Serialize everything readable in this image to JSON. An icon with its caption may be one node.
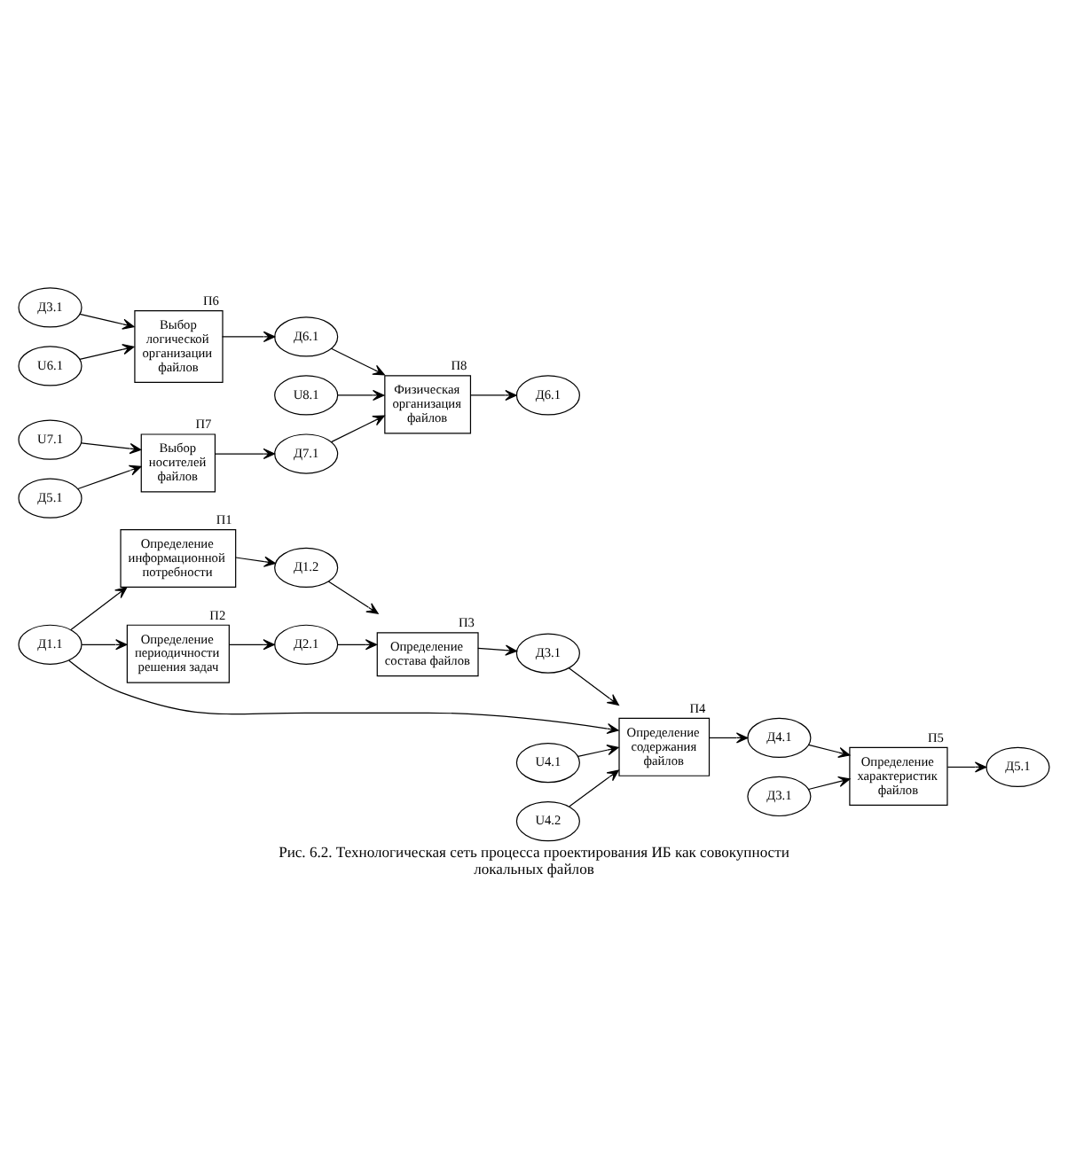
{
  "diagram": {
    "caption": "Рис. 6.2. Технологическая сеть процесса проектирования ИБ как совокупности локальных файлов",
    "nodes": [
      {
        "text": [
          "Д1.1"
        ]
      },
      {
        "text": [
          "Определение информационной потребности"
        ],
        "beside": [
          "П1"
        ]
      },
      {
        "text": [
          "Д1.2"
        ]
      },
      {
        "text": [
          "Определение периодичности решения задач"
        ],
        "beside": [
          "П2"
        ]
      },
      {
        "text": [
          "Д2.1"
        ]
      },
      {
        "text": [
          "Определение состава файлов"
        ],
        "beside": [
          "П3"
        ]
      },
      {
        "text": [
          "Д3.1"
        ]
      },
      {
        "text": [
          "U4.1"
        ]
      },
      {
        "text": [
          "U4.2"
        ]
      },
      {
        "text": [
          "Определение содержания файлов"
        ],
        "beside": [
          "П4"
        ]
      },
      {
        "text": [
          "Д4.1"
        ]
      },
      {
        "text": [
          "Д3.1"
        ]
      },
      {
        "text": [
          "Определение характеристик файлов"
        ],
        "beside": [
          "П5"
        ]
      },
      {
        "text": [
          "Д5.1"
        ]
      },
      {
        "text": [
          "Д3.1"
        ]
      },
      {
        "text": [
          "U6.1"
        ]
      },
      {
        "text": [
          "Выбор логической организации файлов"
        ],
        "beside": [
          "П6"
        ]
      },
      {
        "text": [
          "Д6.1"
        ]
      },
      {
        "text": [
          "U8.1"
        ]
      },
      {
        "text": [
          "Физическая организация файлов"
        ],
        "beside": [
          "П8"
        ]
      },
      {
        "text": [
          "Д6.1"
        ]
      },
      {
        "text": [
          "U7.1"
        ]
      },
      {
        "text": [
          "Д5.1"
        ]
      },
      {
        "text": [
          "Выбор носителей файлов"
        ],
        "beside": [
          "П7"
        ]
      },
      {
        "text": [
          "Д7.1"
        ]
      }
    ],
    "edges": [
      {
        "from": 0,
        "to": 1,
        "arrow": "to"
      },
      {
        "from": 0,
        "to": 3,
        "arrow": "to"
      },
      {
        "from": 0,
        "to": 9,
        "arrow": "to"
      },
      {
        "from": 1,
        "to": 2,
        "arrow": "to"
      },
      {
        "from": 2,
        "to": 5,
        "arrow": "to"
      },
      {
        "from": 3,
        "to": 4,
        "arrow": "to"
      },
      {
        "from": 4,
        "to": 5,
        "arrow": "to"
      },
      {
        "from": 5,
        "to": 6,
        "arrow": "to"
      },
      {
        "from": 6,
        "to": 9,
        "arrow": "to"
      },
      {
        "from": 7,
        "to": 9,
        "arrow": "to"
      },
      {
        "from": 8,
        "to": 9,
        "arrow": "to"
      },
      {
        "from": 9,
        "to": 10,
        "arrow": "to"
      },
      {
        "from": 10,
        "to": 12,
        "arrow": "to"
      },
      {
        "from": 11,
        "to": 12,
        "arrow": "to"
      },
      {
        "from": 12,
        "to": 13,
        "arrow": "to"
      },
      {
        "from": 14,
        "to": 16,
        "arrow": "to"
      },
      {
        "from": 15,
        "to": 16,
        "arrow": "to"
      },
      {
        "from": 16,
        "to": 17,
        "arrow": "to"
      },
      {
        "from": 17,
        "to": 19,
        "arrow": "to"
      },
      {
        "from": 18,
        "to": 19,
        "arrow": "to"
      },
      {
        "from": 19,
        "to": 20,
        "arrow": "to"
      },
      {
        "from": 21,
        "to": 23,
        "arrow": "to"
      },
      {
        "from": 22,
        "to": 23,
        "arrow": "to"
      },
      {
        "from": 23,
        "to": 24,
        "arrow": "to"
      },
      {
        "from": 24,
        "to": 19,
        "arrow": "to"
      }
    ]
  }
}
